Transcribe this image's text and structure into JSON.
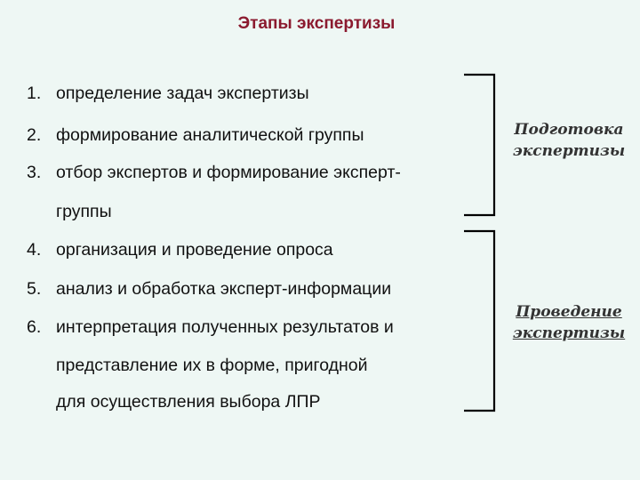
{
  "title": "Этапы экспертизы",
  "steps": [
    {
      "num": "1.",
      "text": "определение задач экспертизы"
    },
    {
      "num": "2.",
      "text": "формирование аналитической группы"
    },
    {
      "num": "3.",
      "text": "отбор экспертов и формирование эксперт-",
      "cont": [
        "группы"
      ]
    },
    {
      "num": "4.",
      "text": "организация и проведение опроса"
    },
    {
      "num": "5.",
      "text": "анализ и обработка эксперт-информации"
    },
    {
      "num": "6.",
      "text": "интерпретация полученных результатов и",
      "cont": [
        "представление их в форме, пригодной",
        "для осуществления выбора ЛПР"
      ]
    }
  ],
  "phases": [
    {
      "line1": "Подготовка",
      "line2": "экспертизы",
      "underlined": false
    },
    {
      "line1": "Проведение",
      "line2": "экспертизы",
      "underlined": true
    }
  ],
  "colors": {
    "background": "#eef7f4",
    "title": "#8b1a2f",
    "text": "#111111",
    "phase_text": "#333333",
    "bracket": "#000000"
  }
}
